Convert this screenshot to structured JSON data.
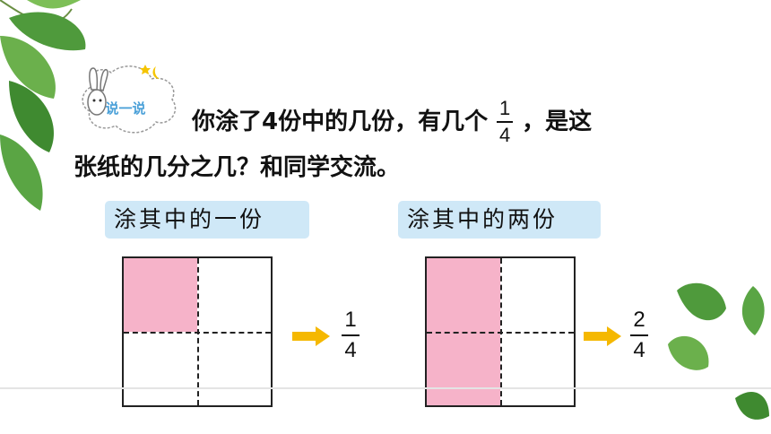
{
  "badge": {
    "text": "说一说"
  },
  "question": {
    "line1_before": "你涂了4份中的几份，有几个",
    "fraction": {
      "numerator": "1",
      "denominator": "4"
    },
    "line1_after": "，是这",
    "line2": "张纸的几分之几？和同学交流。"
  },
  "panels": [
    {
      "label": "涂其中的一份",
      "shaded_cells": [
        "top-left"
      ],
      "result": {
        "numerator": "1",
        "denominator": "4"
      }
    },
    {
      "label": "涂其中的两份",
      "shaded_cells": [
        "top-left",
        "bottom-left"
      ],
      "result": {
        "numerator": "2",
        "denominator": "4"
      }
    }
  ],
  "colors": {
    "shade": "#f6b3c9",
    "label_bg": "#cfe8f7",
    "arrow": "#f5b800",
    "leaf": "#4f9a3c"
  },
  "icons": [
    "leaf-icon",
    "bunny-icon",
    "arrow-right-icon"
  ]
}
